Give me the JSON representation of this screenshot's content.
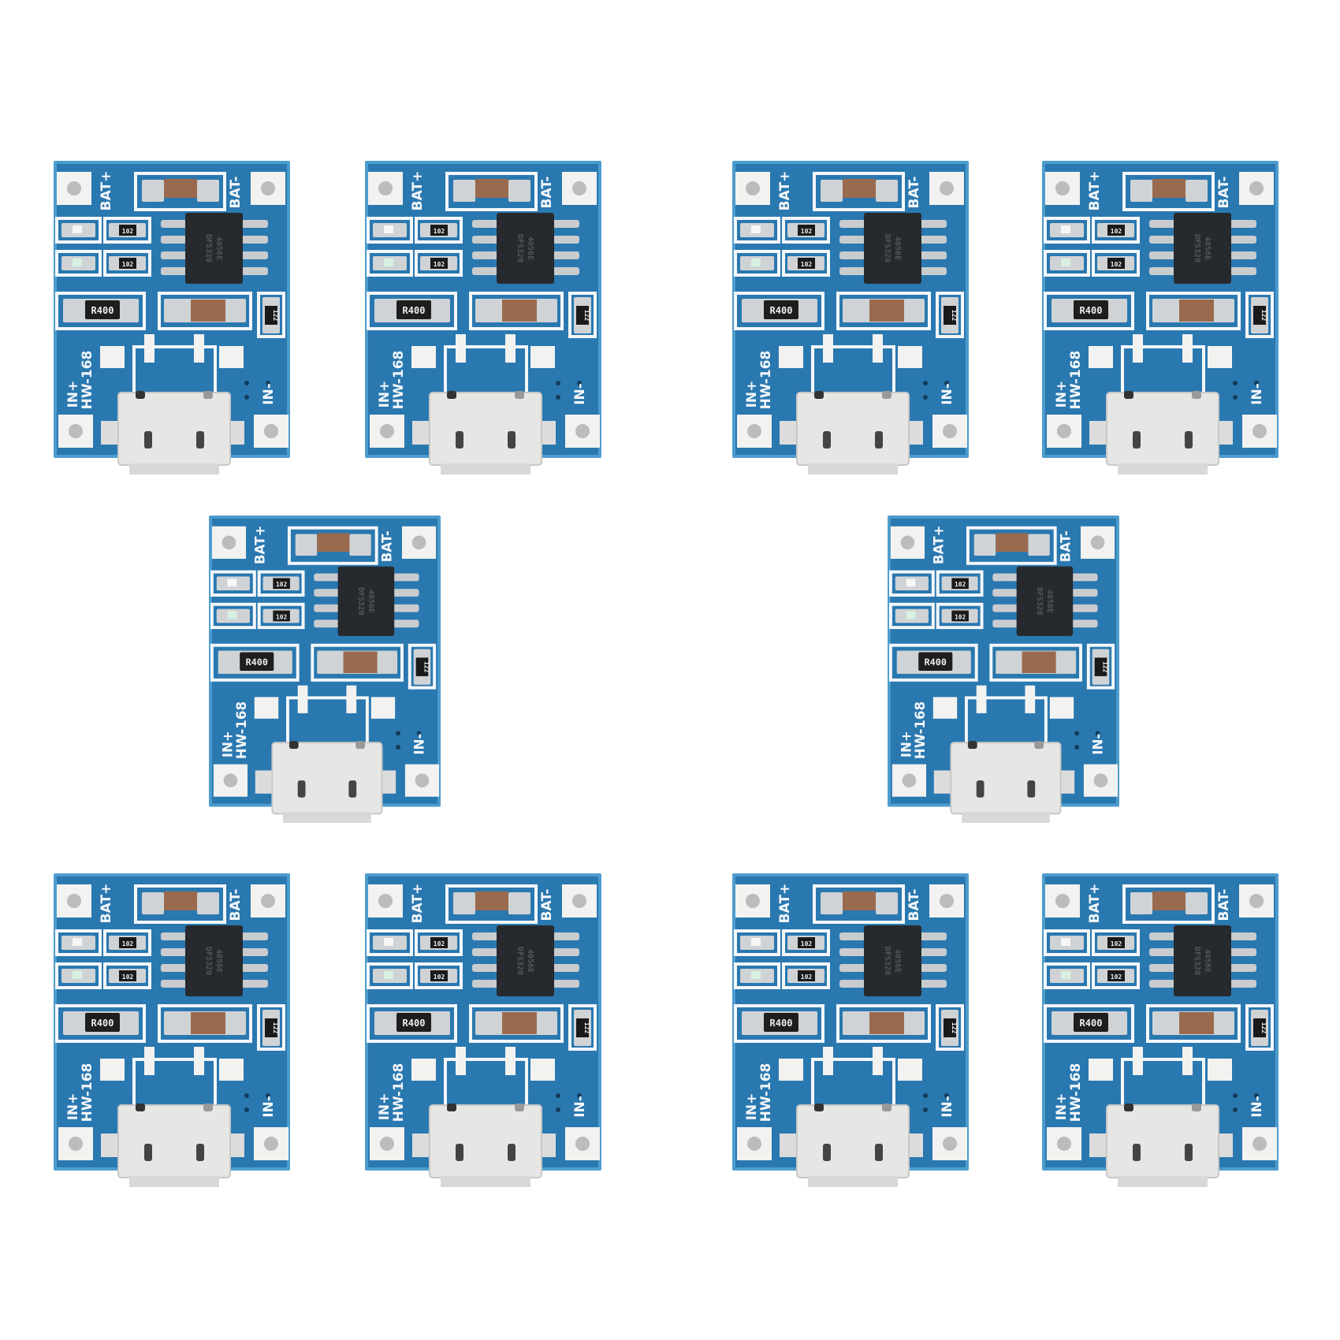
{
  "product": {
    "board_count": 10,
    "silkscreen": {
      "bat_plus": "BAT+",
      "bat_minus": "BAT-",
      "in_plus": "IN+",
      "in_minus": "IN-",
      "model": "HW-168"
    },
    "components": {
      "led_resistor_code": "102",
      "sense_resistor_code": "R400",
      "small_resistor_code": "122",
      "chip_marking_line1": "4056E",
      "chip_marking_line2": "DFS320"
    }
  },
  "colors": {
    "background": "#ffffff",
    "pcb": "#2a78b0",
    "pcb_edge": "#4d9ccc",
    "silk": "#f4f7fa",
    "pad": "#cfd3d6",
    "chip": "#262a2e",
    "capacitor": "#9a6a4e",
    "connector": "#e6e6e4"
  }
}
